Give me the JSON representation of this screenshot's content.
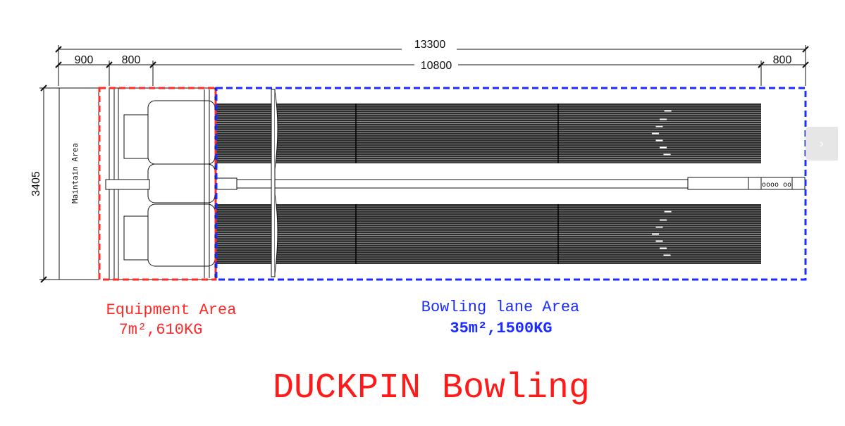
{
  "dimensions": {
    "total_length": "13300",
    "maintain_length": "900",
    "equipment_length": "800",
    "lane_length": "10800",
    "end_length": "800",
    "width": "3405"
  },
  "labels": {
    "maintain_area": "Maintain Area",
    "equipment_area_title": "Equipment Area",
    "equipment_area_spec": "7m²,610KG",
    "lane_area_title": "Bowling lane Area",
    "lane_area_spec": "35m²,1500KG",
    "ball_return_marks": "oooo oo"
  },
  "title": "DUCKPIN Bowling",
  "navigation": {
    "next_glyph": "›"
  },
  "colors": {
    "equipment_outline": "#ff2a2a",
    "lane_outline": "#1a2cff",
    "title": "#ff1a1a",
    "lane_fill": "#2b2b2b"
  }
}
